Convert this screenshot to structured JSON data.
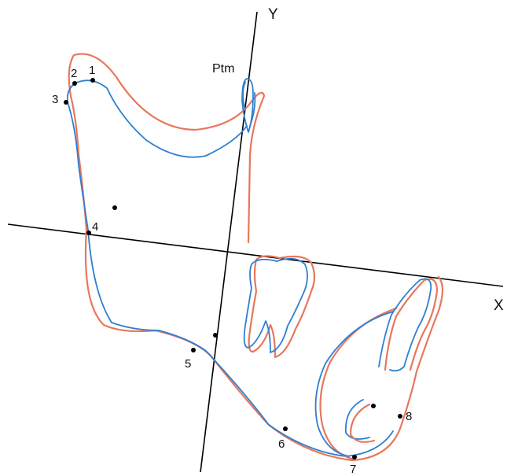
{
  "labels": {
    "y_axis": "Y",
    "x_axis": "X",
    "ptm": "Ptm",
    "p1": "1",
    "p2": "2",
    "p3": "3",
    "p4": "4",
    "p5": "5",
    "p6": "6",
    "p7": "7",
    "p8": "8"
  },
  "colors": {
    "outline_a": "#e8775c",
    "outline_b": "#2e7fd0",
    "axes": "#000000"
  }
}
